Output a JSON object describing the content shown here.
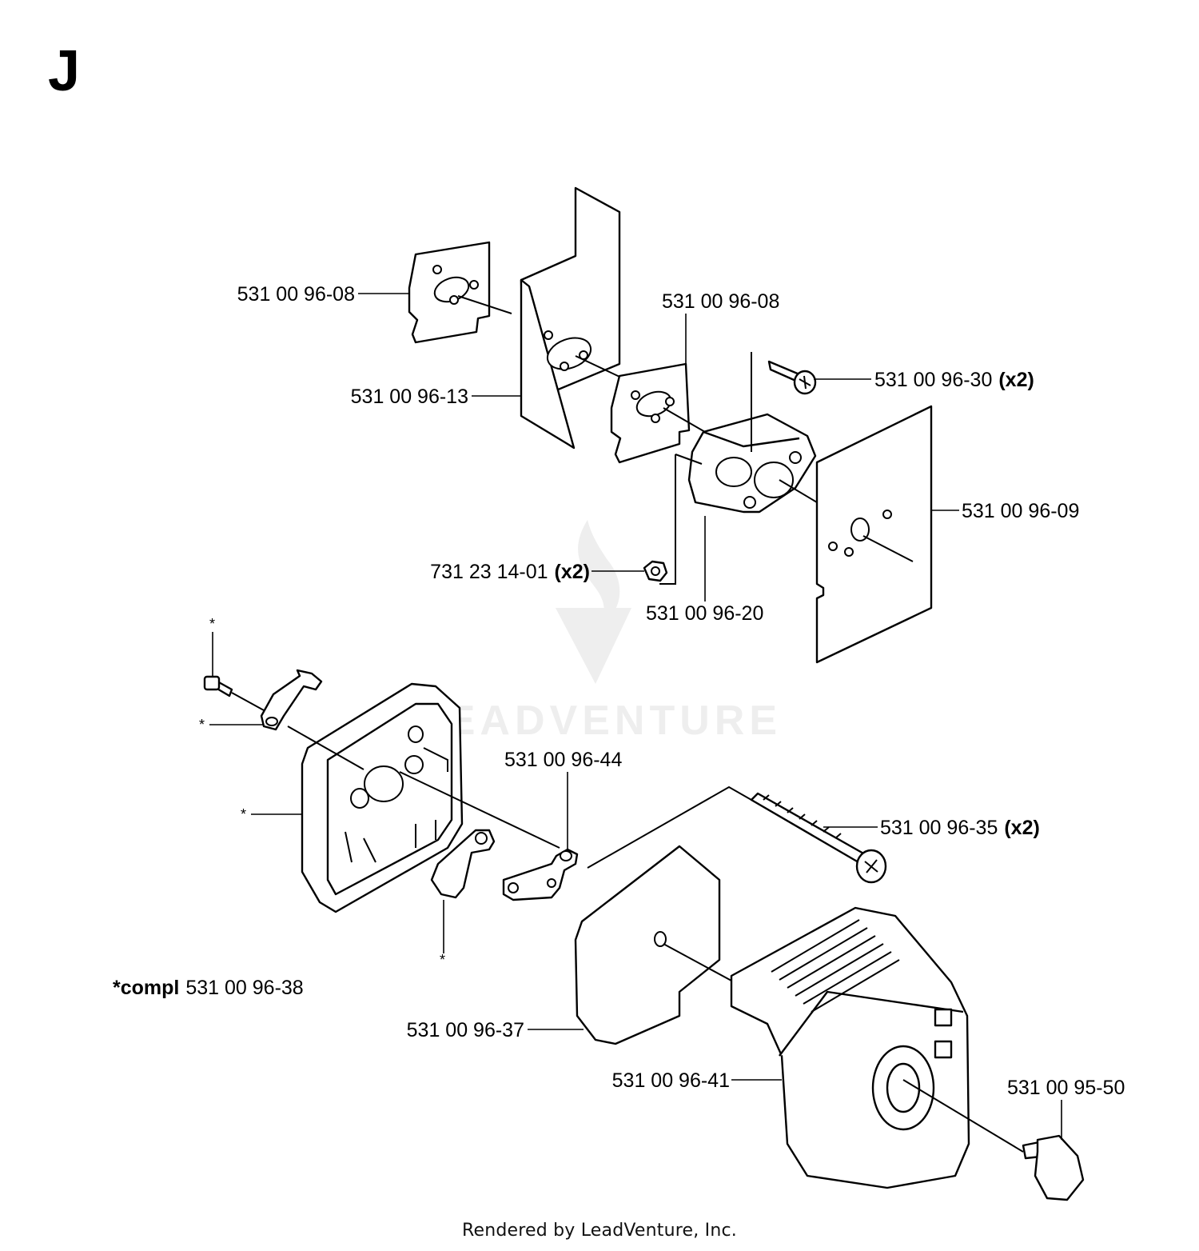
{
  "section": "J",
  "watermark": "LEADVENTURE",
  "footer": "Rendered by LeadVenture, Inc.",
  "callouts": {
    "gasket_upper": "531 00 96-08",
    "heat_shield": "531 00 96-13",
    "gasket_lower": "531 00 96-08",
    "screw_top": "531 00 96-30",
    "screw_top_qty": "(x2)",
    "plate": "531 00 96-09",
    "nut": "731 23 14-01",
    "nut_qty": "(x2)",
    "adapter": "531 00 96-20",
    "bracket": "531 00 96-44",
    "long_screw": "531 00 96-35",
    "long_screw_qty": "(x2)",
    "compl_prefix": "*compl",
    "compl": "531 00 96-38",
    "filter": "531 00 96-37",
    "cover": "531 00 96-41",
    "knob": "531 00 95-50",
    "star": "*"
  }
}
